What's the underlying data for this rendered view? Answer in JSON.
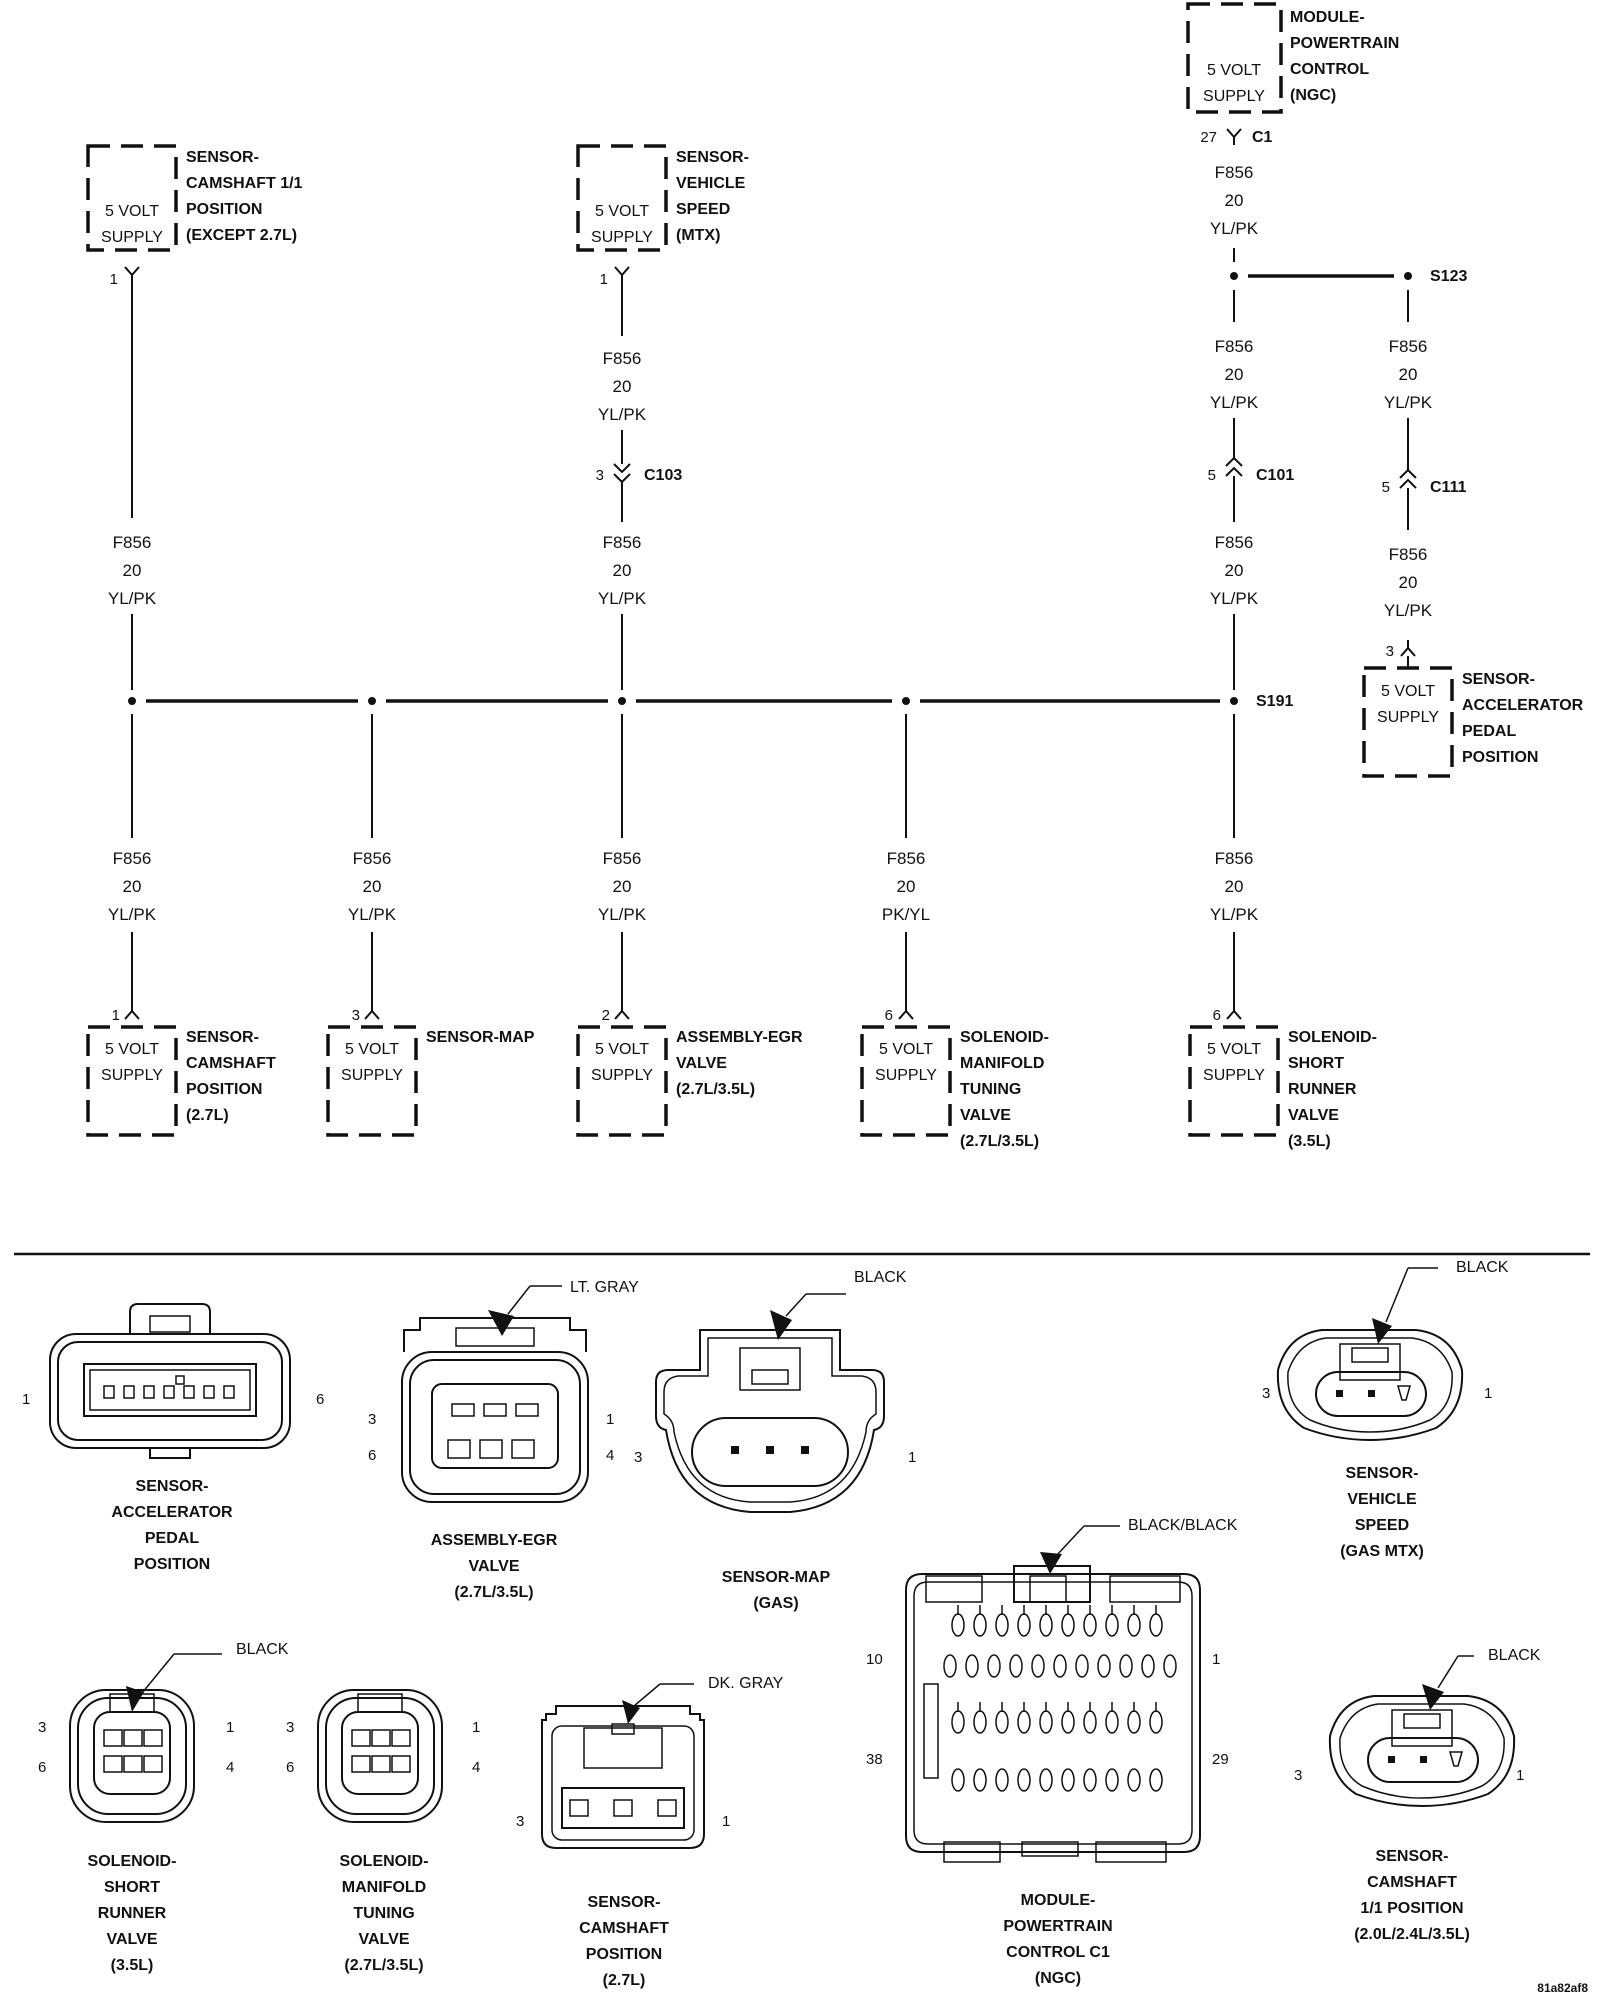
{
  "wire": {
    "circuit": "F856",
    "gauge": "20",
    "color_main": "YL/PK",
    "color_alt": "PK/YL"
  },
  "supply": {
    "line1": "5 VOLT",
    "line2": "SUPPLY"
  },
  "modules": {
    "pcm": {
      "lines": [
        "MODULE-",
        "POWERTRAIN",
        "CONTROL",
        "(NGC)"
      ],
      "pin": "27",
      "connector": "C1"
    },
    "cam11": {
      "lines": [
        "SENSOR-",
        "CAMSHAFT 1/1",
        "POSITION",
        "(EXCEPT 2.7L)"
      ],
      "pin": "1"
    },
    "vss": {
      "lines": [
        "SENSOR-",
        "VEHICLE",
        "SPEED",
        "(MTX)"
      ],
      "pin": "1"
    },
    "app": {
      "lines": [
        "SENSOR-",
        "ACCELERATOR",
        "PEDAL",
        "POSITION"
      ],
      "pin": "3"
    },
    "cam27": {
      "lines": [
        "SENSOR-",
        "CAMSHAFT",
        "POSITION",
        "(2.7L)"
      ],
      "pin": "1"
    },
    "map": {
      "lines": [
        "SENSOR-MAP"
      ],
      "pin": "3"
    },
    "egr": {
      "lines": [
        "ASSEMBLY-EGR",
        "VALVE",
        "(2.7L/3.5L)"
      ],
      "pin": "2"
    },
    "mtv": {
      "lines": [
        "SOLENOID-",
        "MANIFOLD",
        "TUNING",
        "VALVE",
        "(2.7L/3.5L)"
      ],
      "pin": "6"
    },
    "srv": {
      "lines": [
        "SOLENOID-",
        "SHORT",
        "RUNNER",
        "VALVE",
        "(3.5L)"
      ],
      "pin": "6"
    }
  },
  "connectors": {
    "c103": {
      "name": "C103",
      "pin": "3"
    },
    "c101": {
      "name": "C101",
      "pin": "5"
    },
    "c111": {
      "name": "C111",
      "pin": "5"
    }
  },
  "splices": {
    "s123": "S123",
    "s191": "S191"
  },
  "connector_views": {
    "app": {
      "title": [
        "SENSOR-",
        "ACCELERATOR",
        "PEDAL",
        "POSITION"
      ],
      "pins": [
        "1",
        "6"
      ]
    },
    "egr": {
      "title": [
        "ASSEMBLY-EGR",
        "VALVE",
        "(2.7L/3.5L)"
      ],
      "color": "LT. GRAY",
      "pins": [
        "3",
        "1",
        "6",
        "4"
      ]
    },
    "map": {
      "title": [
        "SENSOR-MAP",
        "(GAS)"
      ],
      "color": "BLACK",
      "pins": [
        "3",
        "1"
      ]
    },
    "vss": {
      "title": [
        "SENSOR-",
        "VEHICLE",
        "SPEED",
        "(GAS MTX)"
      ],
      "color": "BLACK",
      "pins": [
        "3",
        "1"
      ]
    },
    "srv": {
      "title": [
        "SOLENOID-",
        "SHORT",
        "RUNNER",
        "VALVE",
        "(3.5L)"
      ],
      "color": "BLACK",
      "pins": [
        "3",
        "1",
        "6",
        "4"
      ]
    },
    "mtv": {
      "title": [
        "SOLENOID-",
        "MANIFOLD",
        "TUNING",
        "VALVE",
        "(2.7L/3.5L)"
      ],
      "pins": [
        "3",
        "1",
        "6",
        "4"
      ]
    },
    "cam27": {
      "title": [
        "SENSOR-",
        "CAMSHAFT",
        "POSITION",
        "(2.7L)"
      ],
      "color": "DK. GRAY",
      "pins": [
        "3",
        "1"
      ]
    },
    "pcm": {
      "title": [
        "MODULE-",
        "POWERTRAIN",
        "CONTROL C1",
        "(NGC)"
      ],
      "color": "BLACK/BLACK",
      "pins": [
        "10",
        "1",
        "38",
        "29"
      ]
    },
    "cam11": {
      "title": [
        "SENSOR-",
        "CAMSHAFT",
        "1/1 POSITION",
        "(2.0L/2.4L/3.5L)"
      ],
      "color": "BLACK",
      "pins": [
        "3",
        "1"
      ]
    }
  },
  "figure_code": "81a82af8"
}
